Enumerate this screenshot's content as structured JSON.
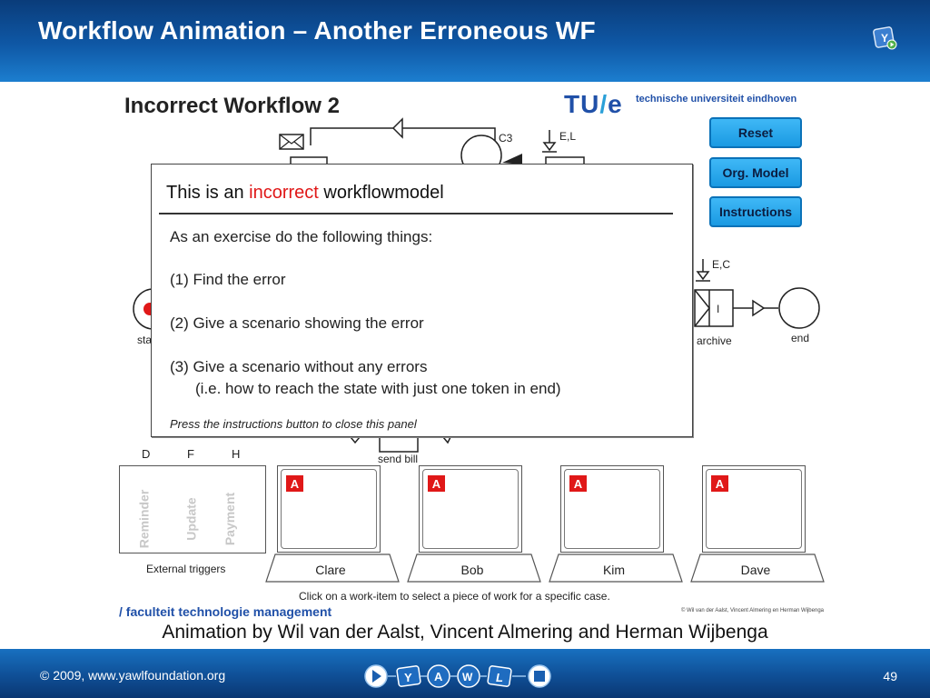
{
  "slide": {
    "title": "Workflow Animation – Another Erroneous WF",
    "credit": "Animation by Wil van der Aalst, Vincent Almering and Herman Wijbenga",
    "footer_copyright": "© 2009, www.yawlfoundation.org",
    "page_number": "49",
    "nav_icons": [
      "play-icon",
      "y-icon",
      "a-icon",
      "w-icon",
      "l-icon",
      "stop-icon"
    ],
    "nav_letters": {
      "y": "Y",
      "a": "A",
      "w": "W",
      "l": "L"
    },
    "top_logo_letter": "Y"
  },
  "workflow": {
    "title": "Incorrect Workflow 2",
    "logo_text": "TU",
    "logo_slash": "/",
    "logo_e": "e",
    "university": "technische universiteit eindhoven",
    "labels": {
      "c3": "C3",
      "el": "E,L",
      "ec": "E,C",
      "task_letter": "I",
      "archive": "archive",
      "end": "end",
      "start_partial": "sta",
      "send_bill": "send bill"
    },
    "buttons": {
      "reset": "Reset",
      "org_model": "Org. Model",
      "instructions": "Instructions"
    },
    "triggers": {
      "letters": [
        "D",
        "F",
        "H"
      ],
      "names": [
        "Reminder",
        "Update",
        "Payment"
      ],
      "label": "External triggers"
    },
    "workers": [
      {
        "name": "Clare",
        "badge": "A"
      },
      {
        "name": "Bob",
        "badge": "A"
      },
      {
        "name": "Kim",
        "badge": "A"
      },
      {
        "name": "Dave",
        "badge": "A"
      }
    ],
    "instruction": "Click on a work-item to select a piece of work for a specific case.",
    "faculty": "/ faculteit technologie management",
    "small_copyright": "© Wil van der Aalst, Vincent Almering en Herman Wijbenga"
  },
  "panel": {
    "head_prefix": "This is an ",
    "head_emphasis": "incorrect",
    "head_suffix": " workflowmodel",
    "intro": "As an exercise do the following things:",
    "step1": "(1) Find the error",
    "step2": "(2) Give a scenario showing the error",
    "step3": "(3) Give a scenario without any errors",
    "step3_note": "(i.e. how to reach the state with just one token in end)",
    "close_hint": "Press the instructions button to close this panel"
  },
  "colors": {
    "accent_blue": "#1a9ae2",
    "badge_red": "#e01818",
    "header_blue": "#0f58a6"
  }
}
